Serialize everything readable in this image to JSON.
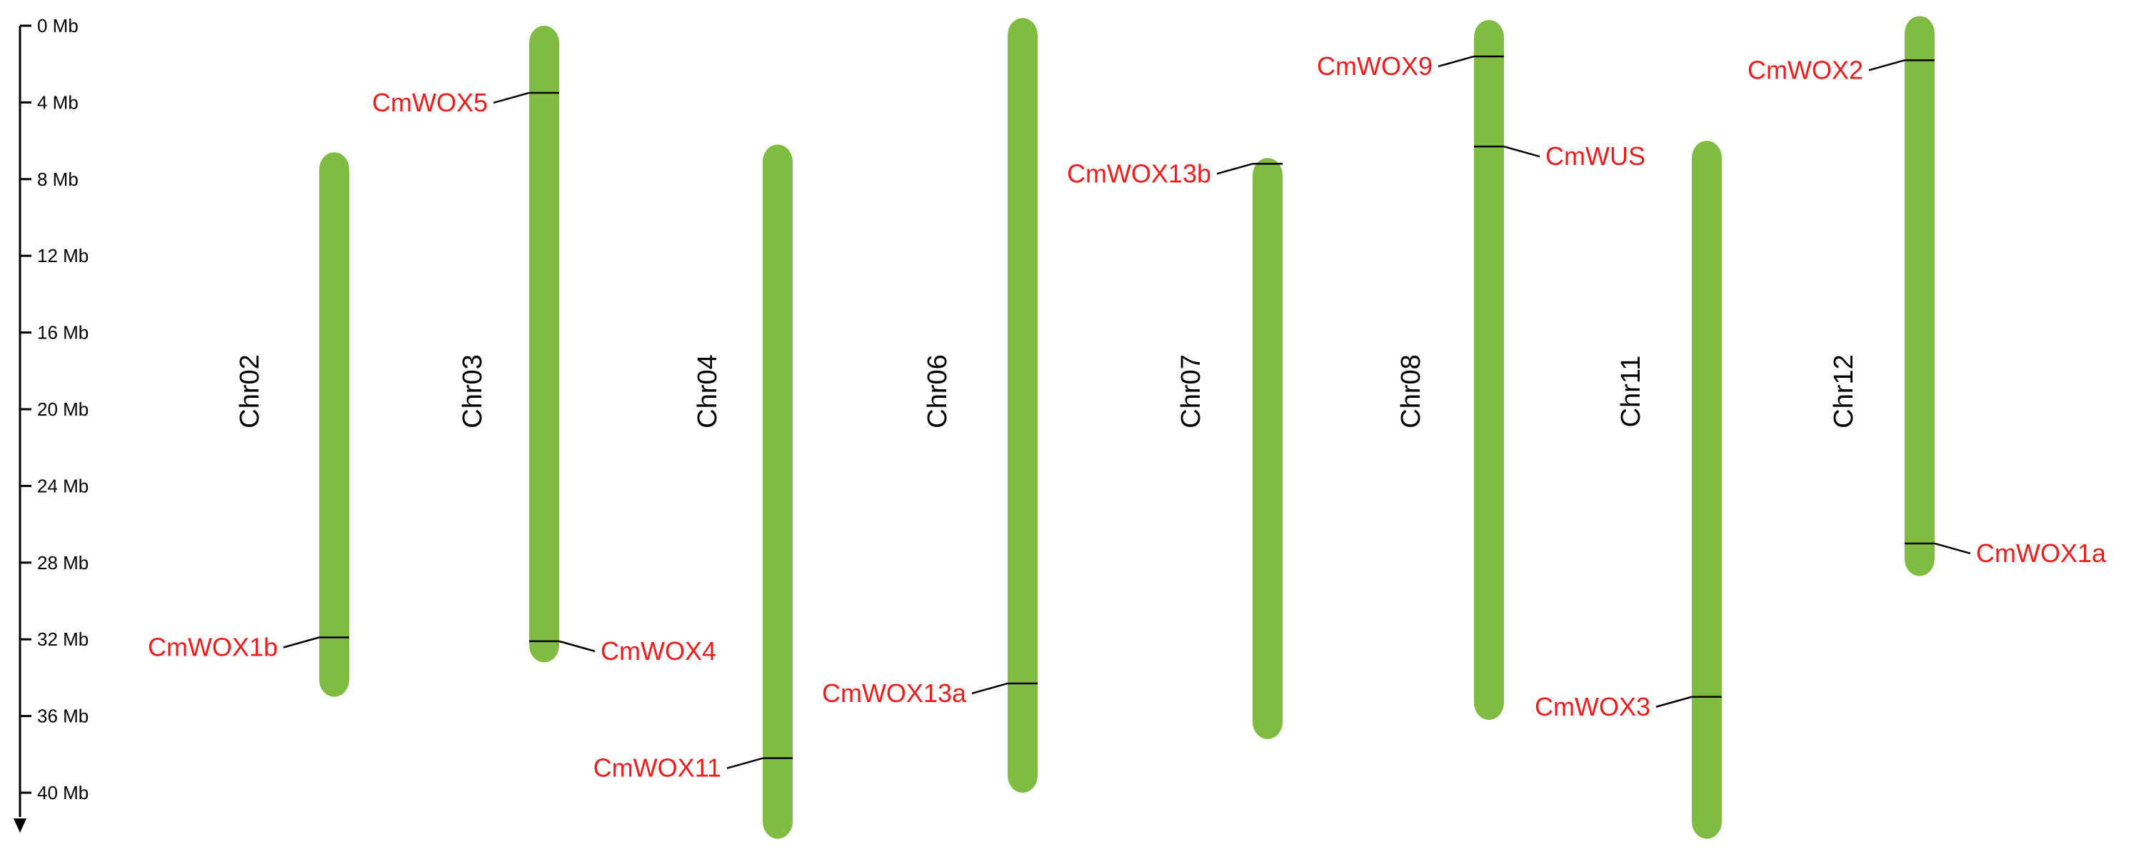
{
  "colors": {
    "chromosome": "#7fbc41",
    "gene_label": "#ee1c1c",
    "axis": "#000000",
    "marker": "#000000"
  },
  "scale": {
    "unit": "Mb",
    "ticks": [
      {
        "value": 0,
        "label": "0 Mb"
      },
      {
        "value": 4,
        "label": "4 Mb"
      },
      {
        "value": 8,
        "label": "8 Mb"
      },
      {
        "value": 12,
        "label": "12 Mb"
      },
      {
        "value": 16,
        "label": "16 Mb"
      },
      {
        "value": 20,
        "label": "20 Mb"
      },
      {
        "value": 24,
        "label": "24 Mb"
      },
      {
        "value": 28,
        "label": "28 Mb"
      },
      {
        "value": 32,
        "label": "32 Mb"
      },
      {
        "value": 36,
        "label": "36 Mb"
      },
      {
        "value": 40,
        "label": "40 Mb"
      }
    ],
    "arrow_icon": "down-arrow-icon"
  },
  "chromosomes": [
    {
      "name": "Chr02",
      "start_mb": 6.6,
      "end_mb": 35.0,
      "genes": [
        {
          "name": "CmWOX1b",
          "position_mb": 31.9,
          "side": "left"
        }
      ]
    },
    {
      "name": "Chr03",
      "start_mb": 0.0,
      "end_mb": 33.2,
      "genes": [
        {
          "name": "CmWOX5",
          "position_mb": 3.5,
          "side": "left"
        },
        {
          "name": "CmWOX4",
          "position_mb": 32.1,
          "side": "right"
        }
      ]
    },
    {
      "name": "Chr04",
      "start_mb": 6.2,
      "end_mb": 42.4,
      "genes": [
        {
          "name": "CmWOX11",
          "position_mb": 38.2,
          "side": "left"
        }
      ]
    },
    {
      "name": "Chr06",
      "start_mb": -0.4,
      "end_mb": 40.0,
      "genes": [
        {
          "name": "CmWOX13a",
          "position_mb": 34.3,
          "side": "left"
        }
      ]
    },
    {
      "name": "Chr07",
      "start_mb": 6.9,
      "end_mb": 37.2,
      "genes": [
        {
          "name": "CmWOX13b",
          "position_mb": 7.2,
          "side": "left"
        }
      ]
    },
    {
      "name": "Chr08",
      "start_mb": -0.3,
      "end_mb": 36.2,
      "genes": [
        {
          "name": "CmWOX9",
          "position_mb": 1.6,
          "side": "left"
        },
        {
          "name": "CmWUS",
          "position_mb": 6.3,
          "side": "right"
        }
      ]
    },
    {
      "name": "Chr11",
      "start_mb": 6.0,
      "end_mb": 42.4,
      "genes": [
        {
          "name": "CmWOX3",
          "position_mb": 35.0,
          "side": "left"
        }
      ]
    },
    {
      "name": "Chr12",
      "start_mb": -0.5,
      "end_mb": 28.7,
      "genes": [
        {
          "name": "CmWOX2",
          "position_mb": 1.8,
          "side": "left"
        },
        {
          "name": "CmWOX1a",
          "position_mb": 27.0,
          "side": "right"
        }
      ]
    }
  ]
}
